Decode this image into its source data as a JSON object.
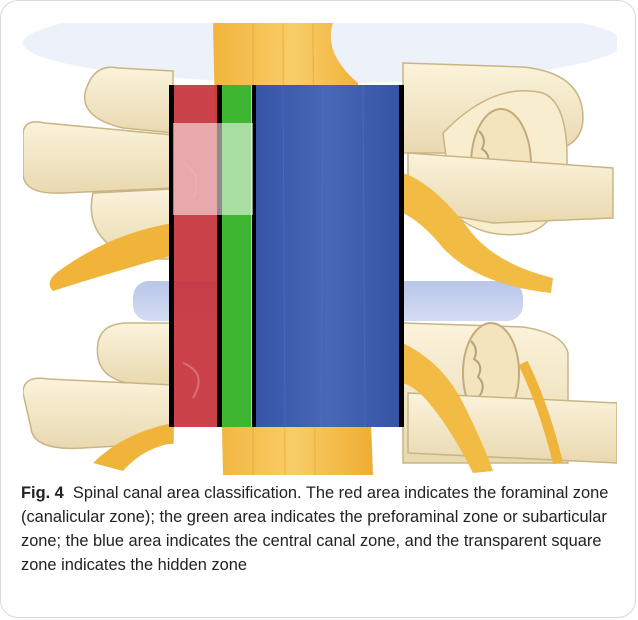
{
  "figure": {
    "label": "Fig. 4",
    "caption": "Spinal canal area classification. The red area indicates the foraminal zone (canalicular zone); the green area indicates the preforaminal zone or subarticular zone; the blue area indicates the central canal zone, and the transparent square zone indicates the hidden zone",
    "zones": [
      {
        "name": "foraminal zone (canalicular zone)",
        "color": "#c8323c"
      },
      {
        "name": "preforaminal zone or subarticular zone",
        "color": "#2fb52f"
      },
      {
        "name": "central canal zone",
        "color": "#3f5fae"
      },
      {
        "name": "hidden zone",
        "color": "#ffffff"
      }
    ]
  }
}
